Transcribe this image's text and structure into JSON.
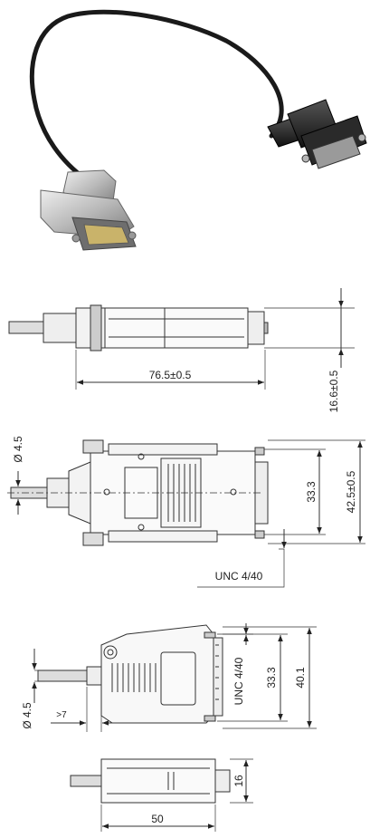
{
  "photo": {
    "subject": "cable assembly with D-sub connectors"
  },
  "views": {
    "side": {
      "length": "76.5±0.5",
      "height": "16.6±0.5"
    },
    "top": {
      "cable_diameter": "Ø 4.5",
      "screw_spacing": "33.3",
      "width": "42.5±0.5",
      "thread": "UNC 4/40"
    },
    "angled": {
      "thread": "UNC 4/40",
      "screw_spacing": "33.3",
      "width": "40.1",
      "cable_diameter": "Ø 4.5",
      "min_length": ">7"
    },
    "bottom": {
      "length": "50",
      "height": "16"
    }
  }
}
